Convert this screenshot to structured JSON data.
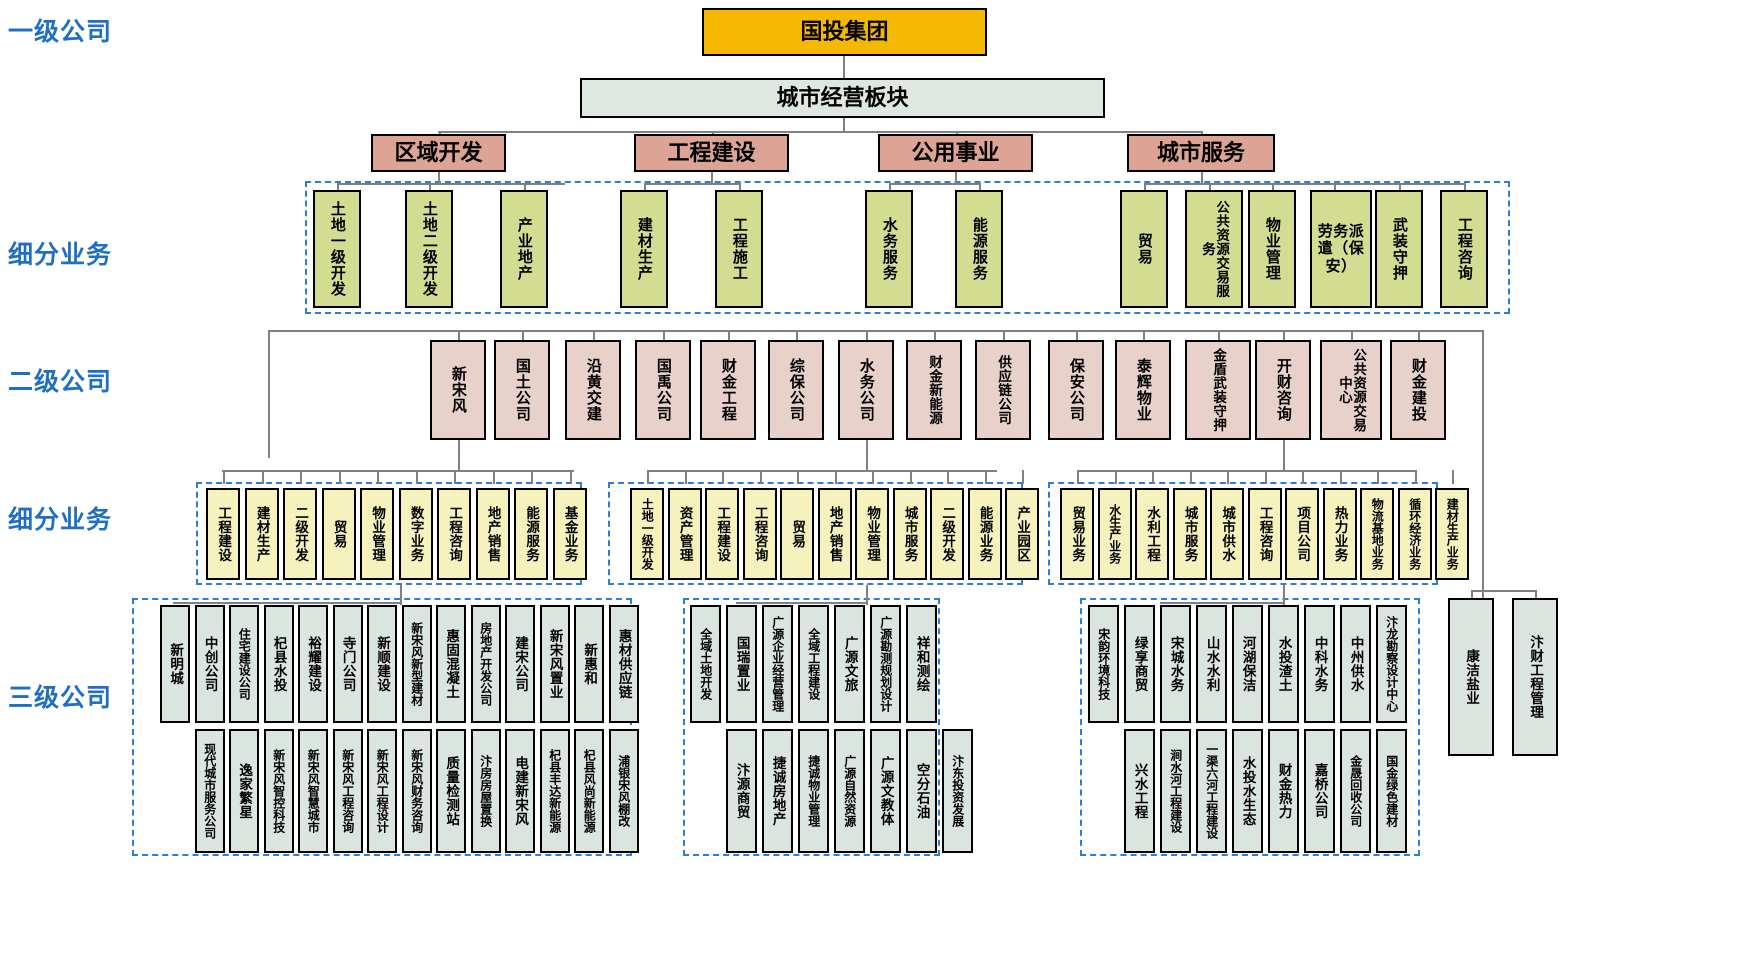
{
  "title": "国投集团 城市经营板块 组织架构图",
  "row_labels": [
    {
      "key": "level1",
      "text": "一级公司"
    },
    {
      "key": "subbiz1",
      "text": "细分业务"
    },
    {
      "key": "level2",
      "text": "二级公司"
    },
    {
      "key": "subbiz2",
      "text": "细分业务"
    },
    {
      "key": "level3",
      "text": "三级公司"
    }
  ],
  "group": {
    "label": "国投集团",
    "color": "#f5b800"
  },
  "sector": {
    "label": "城市经营板块",
    "color": "#dde8e0"
  },
  "divisions": [
    {
      "label": "区域开发"
    },
    {
      "label": "工程建设"
    },
    {
      "label": "公用事业"
    },
    {
      "label": "城市服务"
    }
  ],
  "sub_business_top": [
    {
      "label": "土地一级开发"
    },
    {
      "label": "土地二级开发"
    },
    {
      "label": "产业地产"
    },
    {
      "label": "建材生产"
    },
    {
      "label": "工程施工"
    },
    {
      "label": "水务服务"
    },
    {
      "label": "能源服务"
    },
    {
      "label": "贸易"
    },
    {
      "label": "公共资源交易服务"
    },
    {
      "label": "物业管理"
    },
    {
      "label": "劳务派遣（保安）"
    },
    {
      "label": "武装守押"
    },
    {
      "label": "工程咨询"
    }
  ],
  "level2_companies": [
    {
      "label": "新宋风"
    },
    {
      "label": "国土公司"
    },
    {
      "label": "沿黄交建"
    },
    {
      "label": "国禹公司"
    },
    {
      "label": "财金工程"
    },
    {
      "label": "综保公司"
    },
    {
      "label": "水务公司"
    },
    {
      "label": "财金新能源"
    },
    {
      "label": "供应链公司"
    },
    {
      "label": "保安公司"
    },
    {
      "label": "泰辉物业"
    },
    {
      "label": "金盾武装守押"
    },
    {
      "label": "开财咨询"
    },
    {
      "label": "公共资源交易中心"
    },
    {
      "label": "财金建投"
    }
  ],
  "sub_business_groups": [
    {
      "name": "group-a",
      "items": [
        {
          "label": "工程建设"
        },
        {
          "label": "建材生产"
        },
        {
          "label": "二级开发"
        },
        {
          "label": "贸易"
        },
        {
          "label": "物业管理"
        },
        {
          "label": "数字业务"
        },
        {
          "label": "工程咨询"
        },
        {
          "label": "地产销售"
        },
        {
          "label": "能源服务"
        },
        {
          "label": "基金业务"
        }
      ]
    },
    {
      "name": "group-b",
      "items": [
        {
          "label": "土地一级开发"
        },
        {
          "label": "资产管理"
        },
        {
          "label": "工程建设"
        },
        {
          "label": "工程咨询"
        },
        {
          "label": "贸易"
        },
        {
          "label": "地产销售"
        },
        {
          "label": "物业管理"
        },
        {
          "label": "城市服务"
        },
        {
          "label": "二级开发"
        },
        {
          "label": "能源业务"
        },
        {
          "label": "产业园区"
        }
      ]
    },
    {
      "name": "group-c",
      "items": [
        {
          "label": "贸易业务"
        },
        {
          "label": "水生产业务"
        },
        {
          "label": "水利工程"
        },
        {
          "label": "城市服务"
        },
        {
          "label": "城市供水"
        },
        {
          "label": "工程咨询"
        },
        {
          "label": "项目公司"
        },
        {
          "label": "热力业务"
        },
        {
          "label": "物流基地业务"
        },
        {
          "label": "循环经济业务"
        },
        {
          "label": "建材生产业务"
        }
      ]
    }
  ],
  "level3_groups": [
    {
      "name": "group-a-l3",
      "row1": [
        {
          "label": "新明城"
        },
        {
          "label": "中创公司"
        },
        {
          "label": "住宅建设公司"
        },
        {
          "label": "杞县水投"
        },
        {
          "label": "裕耀建设"
        },
        {
          "label": "寺门公司"
        },
        {
          "label": "新顺建设"
        },
        {
          "label": "新宋风新型建材"
        },
        {
          "label": "惠固混凝土"
        },
        {
          "label": "房地产开发公司"
        },
        {
          "label": "建宋公司"
        },
        {
          "label": "新宋风置业"
        },
        {
          "label": "新惠和"
        },
        {
          "label": "惠材供应链"
        }
      ],
      "row2": [
        {
          "label": "现代城市服务公司"
        },
        {
          "label": "逸家繁星"
        },
        {
          "label": "新宋风智控科技"
        },
        {
          "label": "新宋风智慧城市"
        },
        {
          "label": "新宋风工程咨询"
        },
        {
          "label": "新宋风工程设计"
        },
        {
          "label": "新宋风财务咨询"
        },
        {
          "label": "质量检测站"
        },
        {
          "label": "汴房房屋置换"
        },
        {
          "label": "电建新宋风"
        },
        {
          "label": "杞县丰达新能源"
        },
        {
          "label": "杞县风尚新能源"
        },
        {
          "label": "浦银宋风棚改"
        }
      ]
    },
    {
      "name": "group-b-l3",
      "row1": [
        {
          "label": "全域土地开发"
        },
        {
          "label": "国瑞置业"
        },
        {
          "label": "广源企业经营管理"
        },
        {
          "label": "全域工程建设"
        },
        {
          "label": "广源文旅"
        },
        {
          "label": "广源勘测规划设计"
        },
        {
          "label": "祥和测绘"
        }
      ],
      "row2": [
        {
          "label": "汴源商贸"
        },
        {
          "label": "捷诚房地产"
        },
        {
          "label": "捷诚物业管理"
        },
        {
          "label": "广源自然资源"
        },
        {
          "label": "广源文教体"
        },
        {
          "label": "空分石油"
        },
        {
          "label": "汴东投资发展"
        }
      ]
    },
    {
      "name": "group-c-l3",
      "row1": [
        {
          "label": "宋韵环境科技"
        },
        {
          "label": "绿享商贸"
        },
        {
          "label": "宋城水务"
        },
        {
          "label": "山水水利"
        },
        {
          "label": "河湖保洁"
        },
        {
          "label": "水投渣土"
        },
        {
          "label": "中科水务"
        },
        {
          "label": "中州供水"
        },
        {
          "label": "汴龙勘察设计中心"
        }
      ],
      "row2": [
        {
          "label": "兴水工程"
        },
        {
          "label": "涧水河工程建设"
        },
        {
          "label": "一渠六河工程建设"
        },
        {
          "label": "水投水生态"
        },
        {
          "label": "财金热力"
        },
        {
          "label": "嘉桥公司"
        },
        {
          "label": "金晟回收公司"
        },
        {
          "label": "国金绿色建材"
        }
      ]
    }
  ],
  "standalone_level3": [
    {
      "label": "康洁盐业"
    },
    {
      "label": "汴财工程管理"
    }
  ],
  "colors": {
    "group": "#f5b800",
    "sector": "#dde8e0",
    "division": "#dda496",
    "sub_business": "#d2dd92",
    "level2": "#e7d1ca",
    "sub_business2": "#f6f2bd",
    "level3": "#dbe5e0",
    "label_blue": "#1f6fc4",
    "dashed_border": "#2d7fd3",
    "connector": "#808080"
  }
}
